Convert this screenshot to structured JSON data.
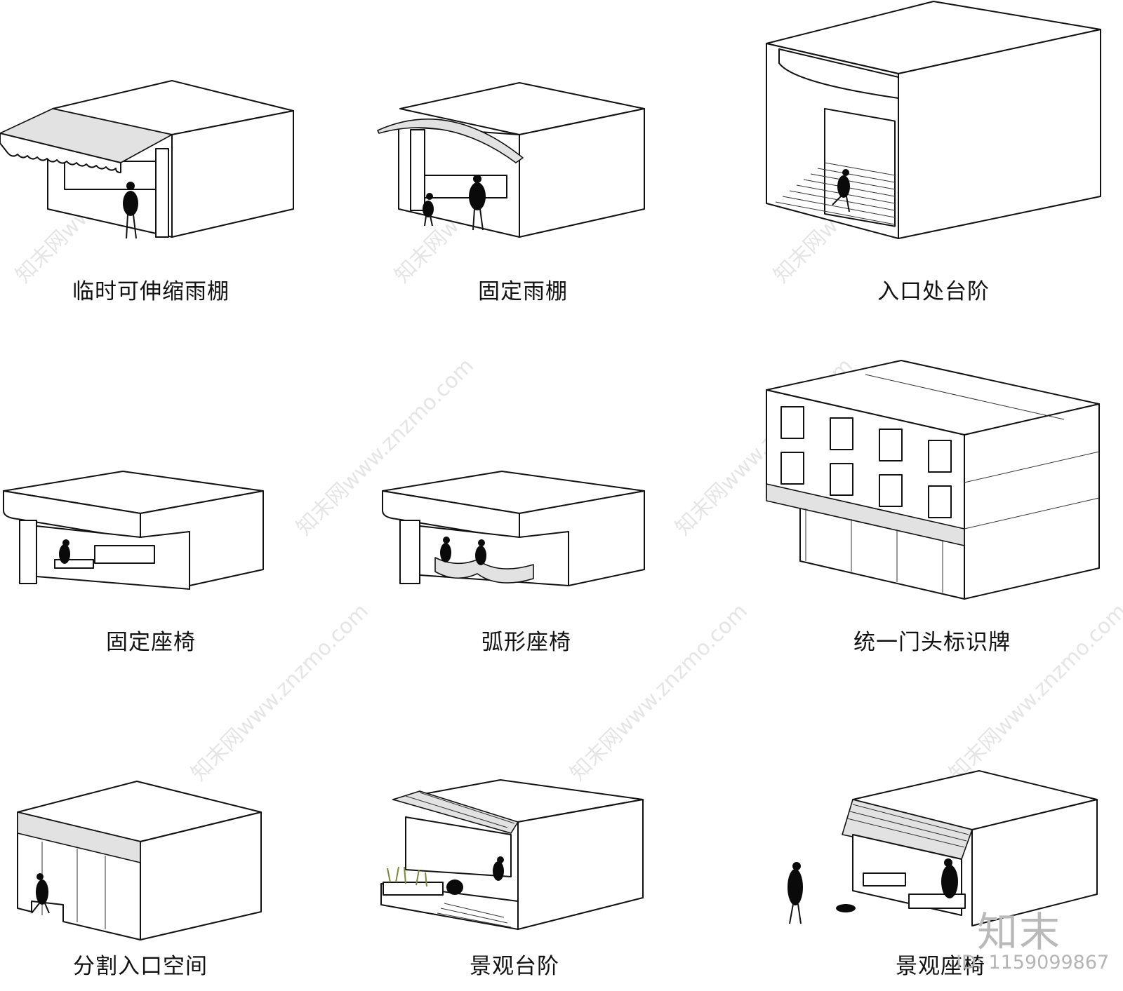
{
  "captions": {
    "c1": "临时可伸缩雨棚",
    "c2": "固定雨棚",
    "c3": "入口处台阶",
    "c4": "固定座椅",
    "c5": "弧形座椅",
    "c6": "统一门头标识牌",
    "c7": "分割入口空间",
    "c8": "景观台阶",
    "c9": "景观座椅"
  },
  "watermark": {
    "text": "知末网www.znzmo.com",
    "logo": "知末",
    "image_id": "ID: 1159099867"
  }
}
